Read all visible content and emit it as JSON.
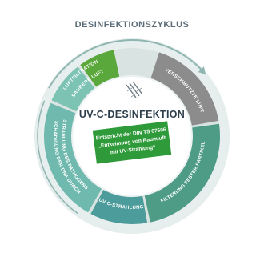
{
  "diagram": {
    "title": "DESINFEKTIONSZYKLUS",
    "center_title": "UV-C-DESINFEKTION",
    "badge_lines": [
      "Entspricht der DIN TS 67506",
      "„Entkeimung von Raumluft",
      "mit UV-Strahlung“"
    ],
    "center_icon": "uv-lamp-icon",
    "segments": [
      {
        "label": "VERSCHMUTZTE LUFT",
        "color": "#8c8c8c"
      },
      {
        "label": "FILTERUNG FESTER PARTIKEL",
        "color": "#4e9b86"
      },
      {
        "label": "UV-C-STRAHLUNG",
        "color": "#4b9c9a"
      },
      {
        "label": "SCHÄDIGUNG DER DNA DURCH",
        "label2": "STRAHLUNG DES PATHOGENS",
        "color": "#6fb9ae"
      },
      {
        "label": "LUFTFILTRATION",
        "color": "#7cc3b4"
      },
      {
        "label": "SAUBERE LUFT",
        "color": "#5aa83c"
      }
    ],
    "colors": {
      "ring_outer": "#e9efef",
      "ring_inner": "#d9e4e2",
      "arrow": "#8fb6b0",
      "badge": "#2f9a3a"
    }
  }
}
